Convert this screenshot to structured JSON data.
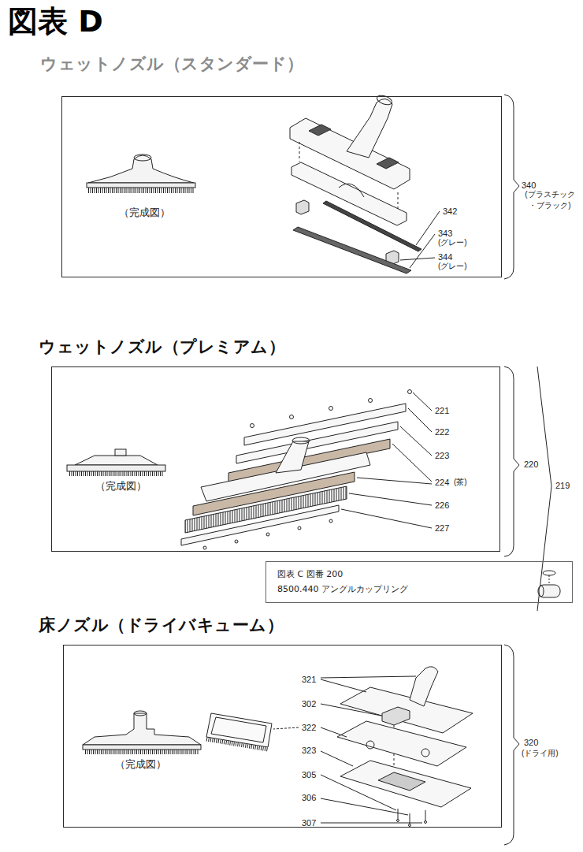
{
  "diagram": {
    "title": "図表 D",
    "nodes": [
      {
        "text": [
          "ウェットノズル（スタンダード）",
          "（完成図）"
        ]
      },
      {
        "text": [
          "ウェットノズル（プレミアム）",
          "（完成図）"
        ]
      },
      {
        "text": [
          "図表 C 図番 200",
          "8500.440 アングルカップリング"
        ]
      },
      {
        "text": [
          "床ノズル（ドライバキューム）",
          "（完成図）"
        ]
      }
    ],
    "labels": [
      "340",
      "(プラスチック ・ブラック)",
      "342",
      "343",
      "(グレー)",
      "344",
      "(グレー)",
      "221",
      "222",
      "223",
      "224",
      "(茶)",
      "226",
      "227",
      "220",
      "219",
      "321",
      "302",
      "322",
      "323",
      "305",
      "306",
      "307",
      "320",
      "(ドライ用)"
    ]
  }
}
